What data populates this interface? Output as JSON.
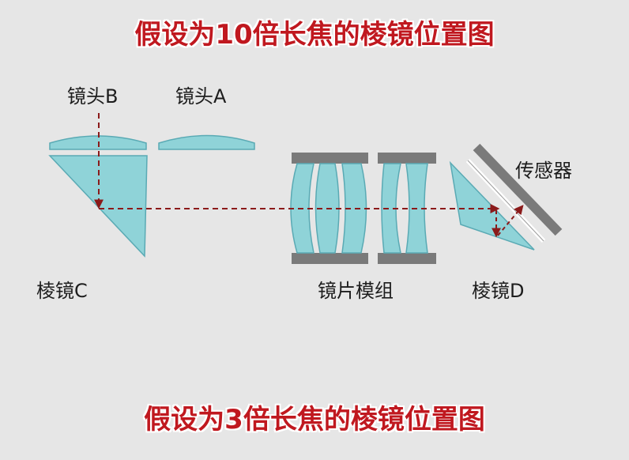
{
  "titles": {
    "top": "假设为10倍长焦的棱镜位置图",
    "bottom": "假设为3倍长焦的棱镜位置图"
  },
  "labels": {
    "lens_b": "镜头B",
    "lens_a": "镜头A",
    "sensor": "传感器",
    "prism_c": "棱镜C",
    "lens_group": "镜片模组",
    "prism_d": "棱镜D"
  },
  "colors": {
    "title": "#c0181f",
    "glass": "#8fd3d8",
    "glass_edge": "#5aaab4",
    "light_path": "#8b1a1a",
    "housing": "#7a7a7a",
    "background": "#e6e6e6"
  }
}
